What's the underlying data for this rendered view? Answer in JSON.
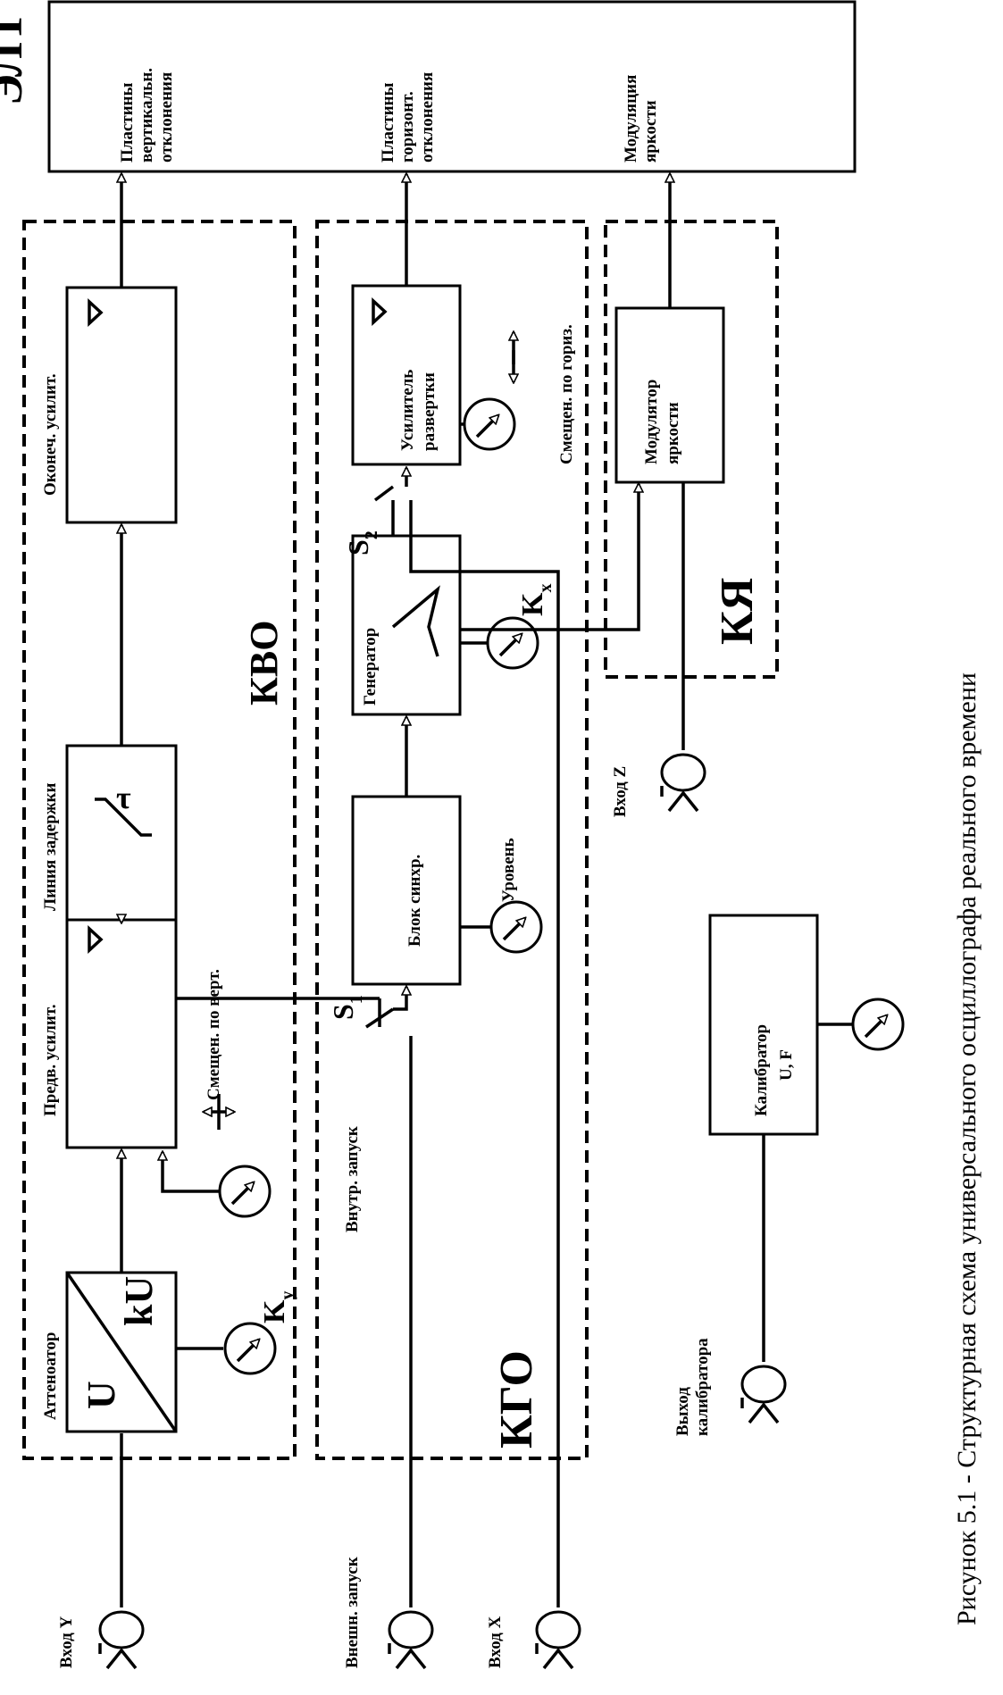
{
  "crt": {
    "title": "ЭЛТ",
    "vert_plates": [
      "Пластины",
      "вертикальн.",
      "отклонения"
    ],
    "horiz_plates": [
      "Пластины",
      "горизонт.",
      "отклонения"
    ],
    "brightness_mod": [
      "Модуляция",
      "яркости"
    ]
  },
  "kvo": {
    "title": "КВО",
    "attenuator": "Аттеноатор",
    "att_in": "U",
    "att_out": "kU",
    "ky": "K",
    "ky_sub": "y",
    "preamp": "Предв. усилит.",
    "delay_line": "Линия задержки",
    "tau": "τ",
    "final_amp": "Оконеч. усилит.",
    "vert_shift": "Смещен. по верт."
  },
  "kgo": {
    "title": "КГО",
    "int_trigger": "Внутр. запуск",
    "sync_block": "Блок синхр.",
    "level": "Уровень",
    "generator": "Генератор",
    "kx": "K",
    "kx_sub": "x",
    "sweep_amp": [
      "Усилитель",
      "развертки"
    ],
    "horiz_shift": "Смещен. по гориз.",
    "s1": "S",
    "s1_sub": "1",
    "s2": "S",
    "s2_sub": "2"
  },
  "kya": {
    "title": "КЯ",
    "modulator": [
      "Модулятор",
      "яркости"
    ]
  },
  "calibrator": {
    "label": [
      "Калибратор",
      "U, F"
    ],
    "output": [
      "Выход",
      "калибратора"
    ]
  },
  "inputs": {
    "y": "Вход Y",
    "ext_trigger": "Внешн. запуск",
    "x": "Вход X",
    "z": "Вход Z"
  },
  "caption": "Рисунок 5.1 - Структурная схема универсального осциллографа реального времени"
}
